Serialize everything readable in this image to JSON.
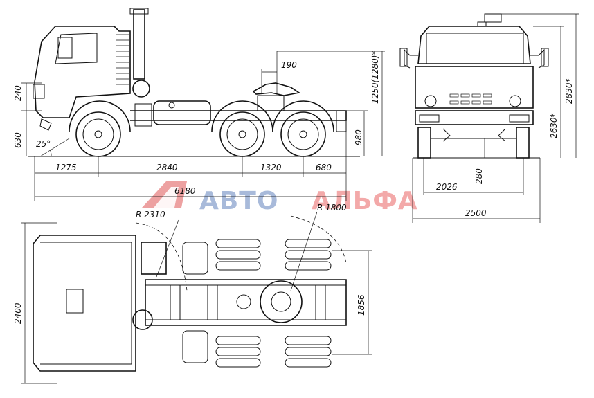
{
  "watermark": {
    "part1": "АВТО",
    "part2": "АЛЬФА",
    "color_part1": "#9fb3d6",
    "color_part2": "#f2a0a0",
    "logo_color": "#e88a8a"
  },
  "side_view": {
    "dims": {
      "front_overhang": "1275",
      "wheelbase_front": "2840",
      "wheelbase_rear": "1320",
      "rear_overhang": "680",
      "overall_length": "6180",
      "coupling_offset": "190",
      "saddle_height": "1250(1280)*",
      "frame_height": "980",
      "cab_dim": "240",
      "front_height": "630",
      "approach_angle": "25°"
    }
  },
  "front_view": {
    "dims": {
      "height_total": "2830*",
      "height_cab": "2630*",
      "ground_clearance": "280",
      "track": "2026",
      "width": "2500"
    }
  },
  "top_view": {
    "dims": {
      "radius_front": "R 2310",
      "radius_rear": "R 1800",
      "cab_width": "2400",
      "rear_track": "1856"
    }
  }
}
